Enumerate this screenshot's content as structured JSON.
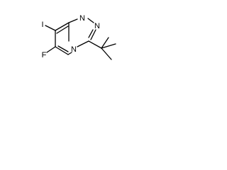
{
  "molecule": {
    "atoms": {
      "n1": "N",
      "n2": "N",
      "n4": "N",
      "iodine": "I",
      "fluorine": "F"
    }
  }
}
